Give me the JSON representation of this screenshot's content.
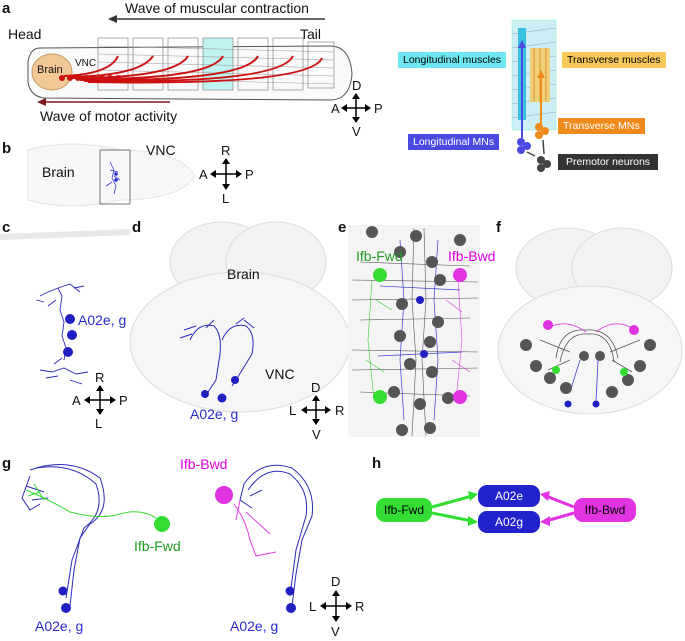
{
  "panels": {
    "a": {
      "letter": "a",
      "wave_muscle": "Wave of muscular contraction",
      "wave_motor": "Wave of motor activity",
      "head": "Head",
      "tail": "Tail",
      "brain": "Brain",
      "vnc": "VNC",
      "compass": {
        "up": "D",
        "down": "V",
        "left": "A",
        "right": "P"
      },
      "legend": {
        "longitudinal_muscles": "Longitudinal muscles",
        "transverse_muscles": "Transverse muscles",
        "longitudinal_mns": "Longitudinal MNs",
        "transverse_mns": "Transverse MNs",
        "premotor_neurons": "Premotor neurons"
      },
      "colors": {
        "longitudinal": "#6ee8f0",
        "transverse": "#f7c85a",
        "long_mn": "#4a4ae0",
        "trans_mn": "#f08a1a",
        "premotor": "#444444",
        "wave": "#cc1111"
      }
    },
    "b": {
      "letter": "b",
      "brain": "Brain",
      "vnc": "VNC",
      "compass": {
        "up": "R",
        "down": "L",
        "left": "A",
        "right": "P"
      }
    },
    "c": {
      "letter": "c",
      "neuron_label": "A02e, g",
      "compass": {
        "up": "R",
        "down": "L",
        "left": "A",
        "right": "P"
      }
    },
    "d": {
      "letter": "d",
      "brain": "Brain",
      "vnc": "VNC",
      "neuron_label": "A02e, g",
      "compass": {
        "up": "D",
        "down": "V",
        "left": "L",
        "right": "R"
      }
    },
    "e": {
      "letter": "e",
      "fwd": "Ifb-Fwd",
      "bwd": "Ifb-Bwd"
    },
    "f": {
      "letter": "f"
    },
    "g": {
      "letter": "g",
      "fwd": "Ifb-Fwd",
      "bwd": "Ifb-Bwd",
      "neuron_label_left": "A02e, g",
      "neuron_label_right": "A02e, g",
      "compass": {
        "up": "D",
        "down": "V",
        "left": "L",
        "right": "R"
      }
    },
    "h": {
      "letter": "h",
      "fwd": "Ifb-Fwd",
      "bwd": "Ifb-Bwd",
      "a02e": "A02e",
      "a02g": "A02g",
      "colors": {
        "fwd": "#33dd33",
        "bwd": "#e233e2",
        "target": "#2222cc"
      }
    }
  }
}
